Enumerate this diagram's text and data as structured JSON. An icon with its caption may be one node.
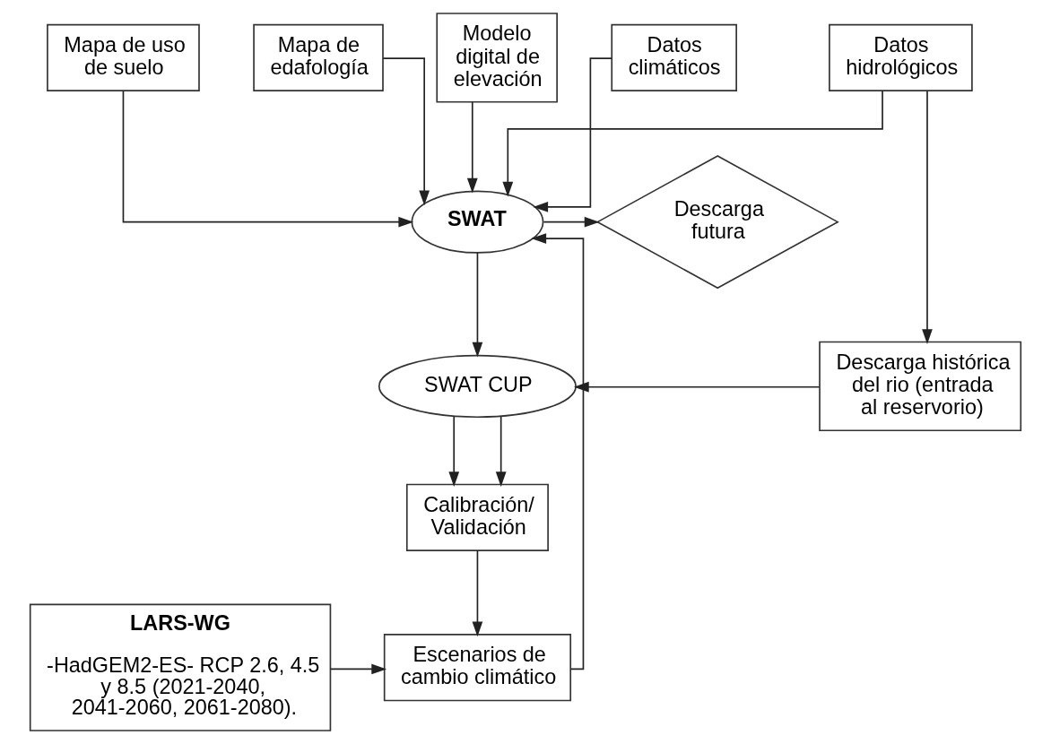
{
  "diagram": {
    "nodes": [
      {
        "text": [
          "Mapa de uso de suelo"
        ]
      },
      {
        "text": [
          "Mapa de edafología"
        ]
      },
      {
        "text": [
          "Modelo digital de elevación"
        ]
      },
      {
        "text": [
          "Datos climáticos"
        ]
      },
      {
        "text": [
          "Datos hidrológicos"
        ]
      },
      {
        "text": [
          "SWAT"
        ]
      },
      {
        "text": [
          "Descarga futura"
        ]
      },
      {
        "text": [
          "SWAT CUP"
        ]
      },
      {
        "text": [
          "Descarga histórica del rio (entrada al reservorio)"
        ]
      },
      {
        "text": [
          "Calibración/ Validación"
        ]
      },
      {
        "text": [
          "LARS-WG",
          "-HadGEM2-ES- RCP 2.6, 4.5 y 8.5 (2021-2040, 2041-2060, 2061-2080)."
        ]
      },
      {
        "text": [
          "Escenarios de cambio climático"
        ]
      }
    ],
    "edges": [
      {
        "from": 0,
        "to": 5,
        "arrow": "to"
      },
      {
        "from": 1,
        "to": 5,
        "arrow": "to"
      },
      {
        "from": 2,
        "to": 5,
        "arrow": "to"
      },
      {
        "from": 3,
        "to": 5,
        "arrow": "to"
      },
      {
        "from": 4,
        "to": 5,
        "arrow": "to"
      },
      {
        "from": 4,
        "to": 8,
        "arrow": "to"
      },
      {
        "from": 5,
        "to": 6,
        "arrow": "to"
      },
      {
        "from": 5,
        "to": 7,
        "arrow": "to"
      },
      {
        "from": 8,
        "to": 7,
        "arrow": "to"
      },
      {
        "from": 7,
        "to": 9,
        "arrow": "to"
      },
      {
        "from": 7,
        "to": 9,
        "arrow": "to"
      },
      {
        "from": 9,
        "to": 11,
        "arrow": "to"
      },
      {
        "from": 10,
        "to": 11,
        "arrow": "to"
      },
      {
        "from": 11,
        "to": 5,
        "arrow": "to"
      }
    ]
  }
}
